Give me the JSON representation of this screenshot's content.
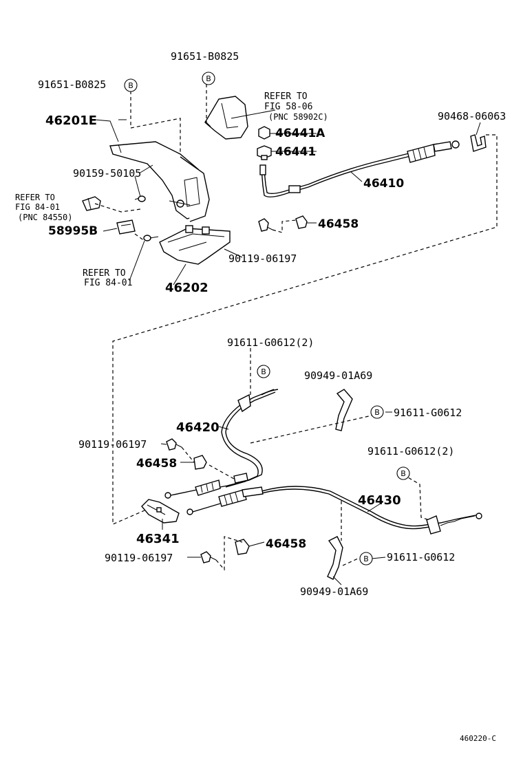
{
  "figure_code": "460220-C",
  "callout_letter": "B",
  "labels": {
    "p91651_top": "91651-B0825",
    "p91651_left": "91651-B0825",
    "refer_58_06_l1": "REFER TO",
    "refer_58_06_l2": "FIG 58-06",
    "refer_58_06_l3": "(PNC 58902C)",
    "p46441a": "46441A",
    "p46441": "46441",
    "p90468": "90468-06063",
    "p46201e": "46201E",
    "p90159": "90159-50105",
    "refer_84_01a_l1": "REFER TO",
    "refer_84_01a_l2": "FIG 84-01",
    "refer_84_01a_l3": "(PNC 84550)",
    "p58995b": "58995B",
    "p46410": "46410",
    "p46458_top": "46458",
    "p90119_top": "90119-06197",
    "refer_84_01b_l1": "REFER TO",
    "refer_84_01b_l2": "FIG 84-01",
    "p46202": "46202",
    "p91611_2_top": "91611-G0612(2)",
    "p90949_top": "90949-01A69",
    "p91611_mid": "91611-G0612",
    "p46420": "46420",
    "p90119_mid": "90119-06197",
    "p46458_mid": "46458",
    "p91611_2_right": "91611-G0612(2)",
    "p46430": "46430",
    "p46341": "46341",
    "p46458_bot": "46458",
    "p90119_bot": "90119-06197",
    "p91611_bot": "91611-G0612",
    "p90949_bot": "90949-01A69"
  }
}
